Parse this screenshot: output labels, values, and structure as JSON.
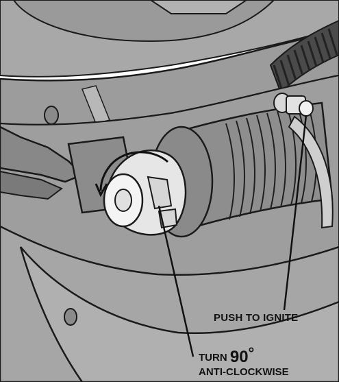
{
  "labels": {
    "push_to_ignite": "PUSH TO IGNITE",
    "turn_prefix": "TURN",
    "turn_angle": "90",
    "degree_symbol": "°",
    "turn_direction": "ANTI-CLOCKWISE"
  },
  "colors": {
    "body_gray": "#9c9c9c",
    "light_gray": "#c4c4c4",
    "dark_gray": "#6e6e6e",
    "outline": "#1a1a1a",
    "knob": "#ededed"
  }
}
